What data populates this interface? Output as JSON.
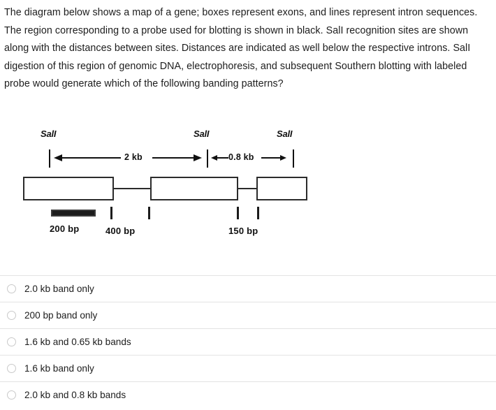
{
  "question": {
    "stem": "The diagram below shows a map of a gene; boxes represent exons, and lines represent intron sequences. The region corresponding to a probe used for blotting is shown in black. SalI recognition sites are shown along with the distances between sites. Distances are indicated as well below the respective introns. SalI digestion of this region of genomic DNA, electrophoresis, and subsequent Southern blotting with labeled probe would generate which of the following banding patterns?"
  },
  "diagram": {
    "enzyme_labels": [
      "SalI",
      "SalI",
      "SalI"
    ],
    "distances": [
      "2 kb",
      "0.8 kb"
    ],
    "feature_sizes": [
      "200 bp",
      "400 bp",
      "150 bp"
    ],
    "probe_label": "200 bp",
    "line_color": "#2b2b2b",
    "probe_color": "#1c1c1c"
  },
  "options": [
    {
      "label": "2.0 kb band only",
      "selected": false
    },
    {
      "label": "200 bp band only",
      "selected": false
    },
    {
      "label": "1.6 kb and 0.65 kb bands",
      "selected": false
    },
    {
      "label": "1.6 kb band only",
      "selected": false
    },
    {
      "label": "2.0 kb and 0.8 kb bands",
      "selected": false
    }
  ]
}
